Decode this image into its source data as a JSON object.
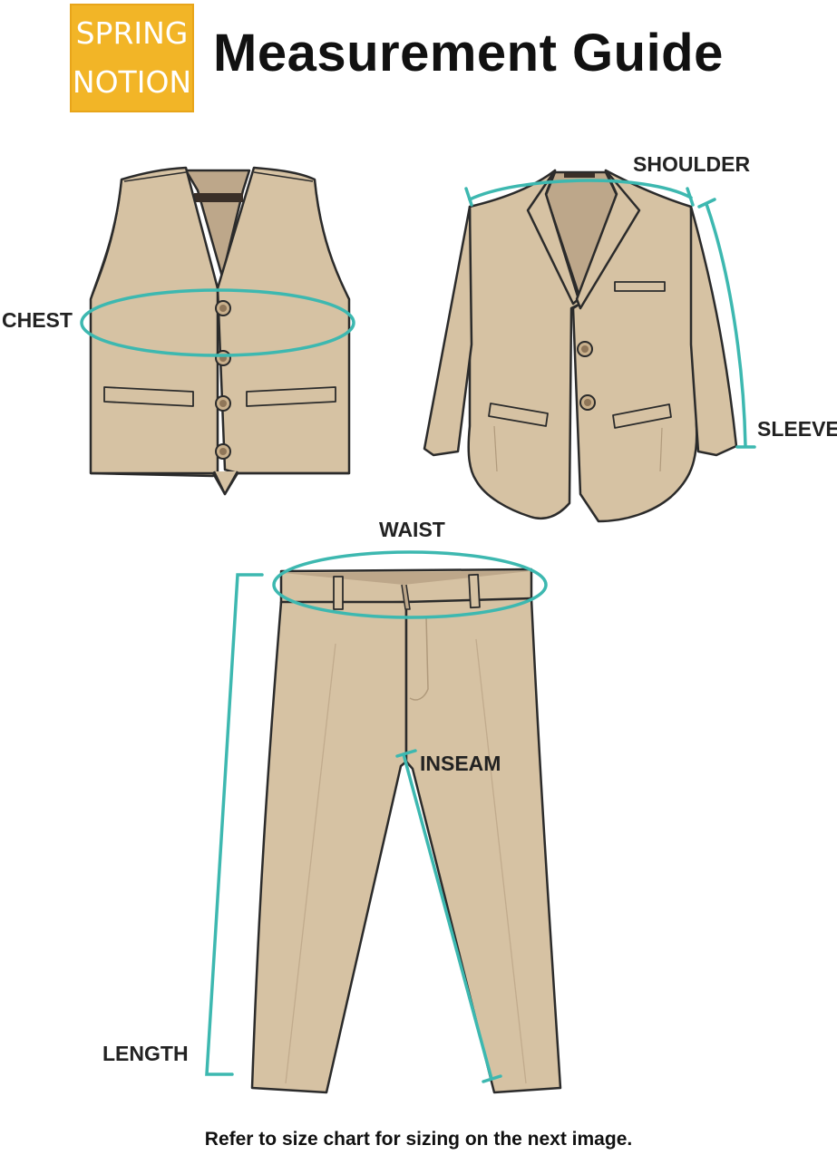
{
  "brand": {
    "line1": "SPRING",
    "line2": "NOTION"
  },
  "header": {
    "title": "Measurement Guide"
  },
  "labels": {
    "chest": "CHEST",
    "shoulder": "SHOULDER",
    "sleeve": "SLEEVE",
    "waist": "WAIST",
    "inseam": "INSEAM",
    "length": "LENGTH"
  },
  "footer": {
    "note": "Refer to size chart for sizing on the next image."
  },
  "colors": {
    "garment_fill": "#d6c2a3",
    "garment_shadow": "#bda78a",
    "outline": "#2b2b2b",
    "measure_line": "#3db8b0",
    "logo_bg": "#f2b527"
  }
}
